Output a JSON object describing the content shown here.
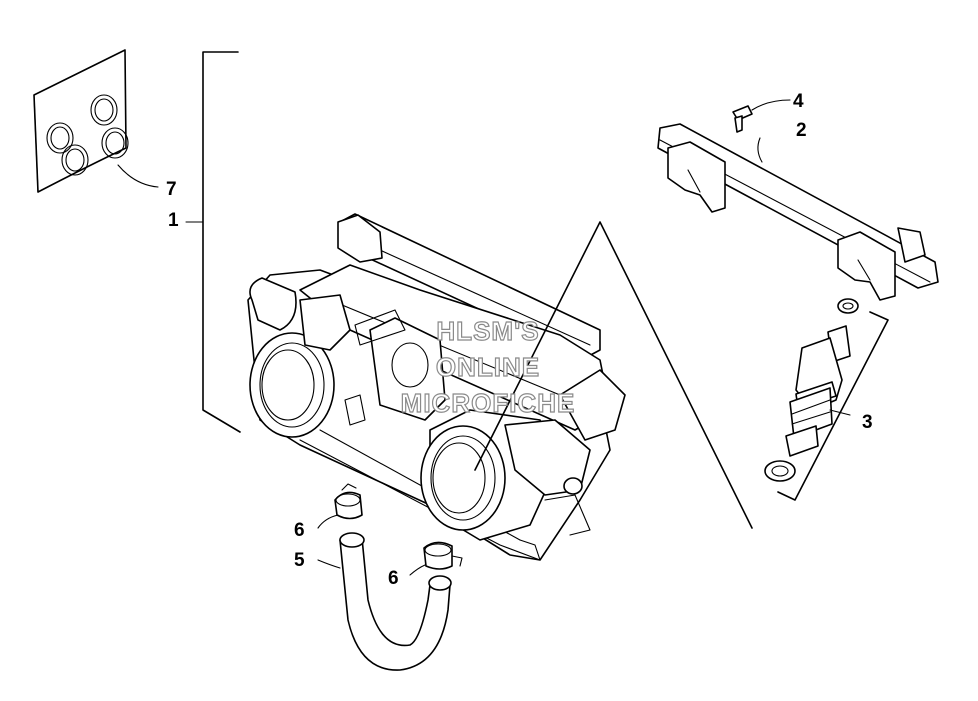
{
  "callouts": {
    "c1": "1",
    "c2": "2",
    "c3": "3",
    "c4": "4",
    "c5": "5",
    "c6a": "6",
    "c6b": "6",
    "c7": "7"
  },
  "watermark": {
    "line1": "HLSM'S",
    "line2": "ONLINE",
    "line3": "MICROFICHE"
  }
}
